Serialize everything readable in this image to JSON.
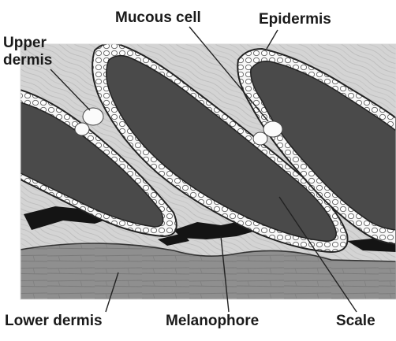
{
  "labels": {
    "mucous_cell": "Mucous cell",
    "epidermis": "Epidermis",
    "upper_dermis": "Upper\ndermis",
    "lower_dermis": "Lower dermis",
    "melanophore": "Melanophore",
    "scale": "Scale"
  },
  "colors": {
    "lower_dermis": "#8f8f8f",
    "upper_dermis": "#d2d2d2",
    "epidermis": "#f6f6f6",
    "scale": "#4a4a4a",
    "melanophore": "#141414",
    "outline": "#222222"
  }
}
